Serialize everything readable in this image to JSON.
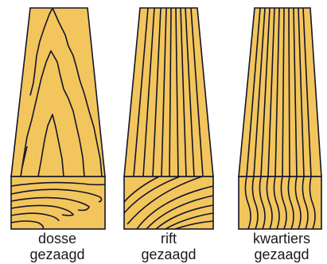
{
  "colors": {
    "wood": "#f2c65c",
    "line": "#14142a",
    "background": "#ffffff"
  },
  "boards": [
    {
      "id": "dosse",
      "label_line1": "dosse",
      "label_line2": "gezaagd"
    },
    {
      "id": "rift",
      "label_line1": "rift",
      "label_line2": "gezaagd"
    },
    {
      "id": "kwartiers",
      "label_line1": "kwartiers",
      "label_line2": "gezaagd"
    }
  ]
}
